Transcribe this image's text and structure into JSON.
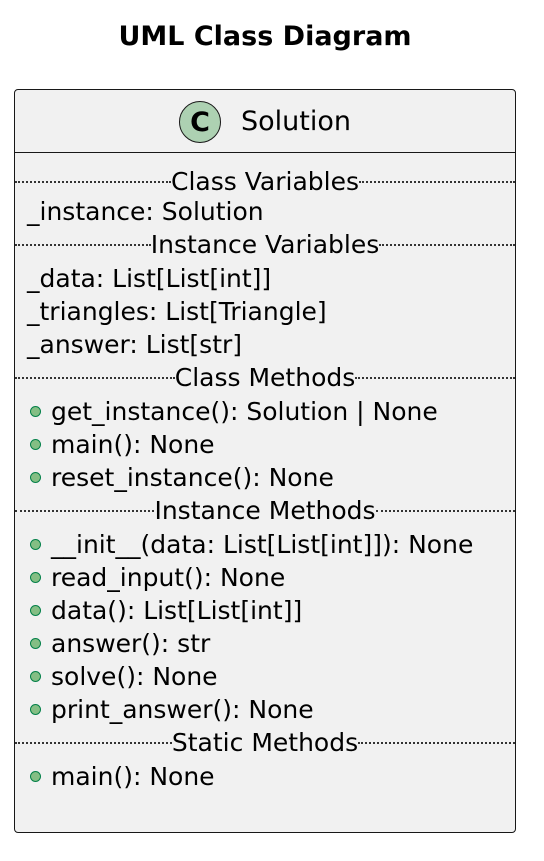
{
  "diagram": {
    "title": "UML Class Diagram"
  },
  "class": {
    "stereotype_letter": "C",
    "name": "Solution"
  },
  "sections": {
    "class_variables": {
      "label": "Class Variables",
      "items": [
        "_instance: Solution"
      ]
    },
    "instance_variables": {
      "label": "Instance Variables",
      "items": [
        "_data: List[List[int]]",
        "_triangles: List[Triangle]",
        "_answer: List[str]"
      ]
    },
    "class_methods": {
      "label": "Class Methods",
      "items": [
        "get_instance(): Solution | None",
        "main(): None",
        "reset_instance(): None"
      ]
    },
    "instance_methods": {
      "label": "Instance Methods",
      "items": [
        "__init__(data: List[List[int]]): None",
        "read_input(): None",
        "data(): List[List[int]]",
        "answer(): str",
        "solve(): None",
        "print_answer(): None"
      ]
    },
    "static_methods": {
      "label": "Static Methods",
      "items": [
        "main(): None"
      ]
    }
  },
  "colors": {
    "box_fill": "#f1f1f1",
    "border": "#181818",
    "stereotype_circle": "#add1b2",
    "public_marker_fill": "#84be84",
    "public_marker_stroke": "#038048"
  }
}
